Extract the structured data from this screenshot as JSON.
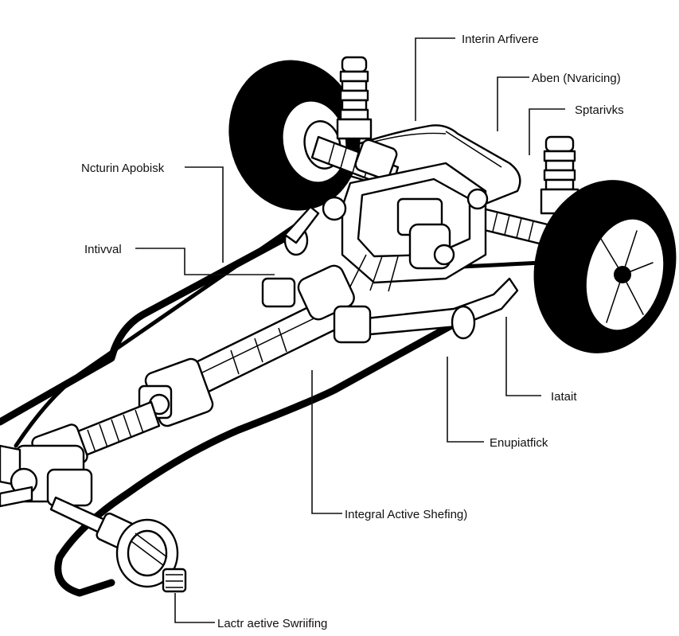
{
  "callouts": {
    "interin_arfivere": "Interin Arfivere",
    "aben_nvaricing": "Aben (Nvaricing)",
    "sptarivks": "Sptarivks",
    "ncturin_apobisk": "Ncturin Apobisk",
    "intivval": "Intivval",
    "iatait": "Iatait",
    "enupiatfick": "Enupiatfick",
    "integral_active_shefing": "Integral Active Shefing)",
    "lactr_aetive_swriifing": "Lactr aetive Swriifing"
  },
  "colors": {
    "line": "#000000",
    "background": "#ffffff"
  }
}
